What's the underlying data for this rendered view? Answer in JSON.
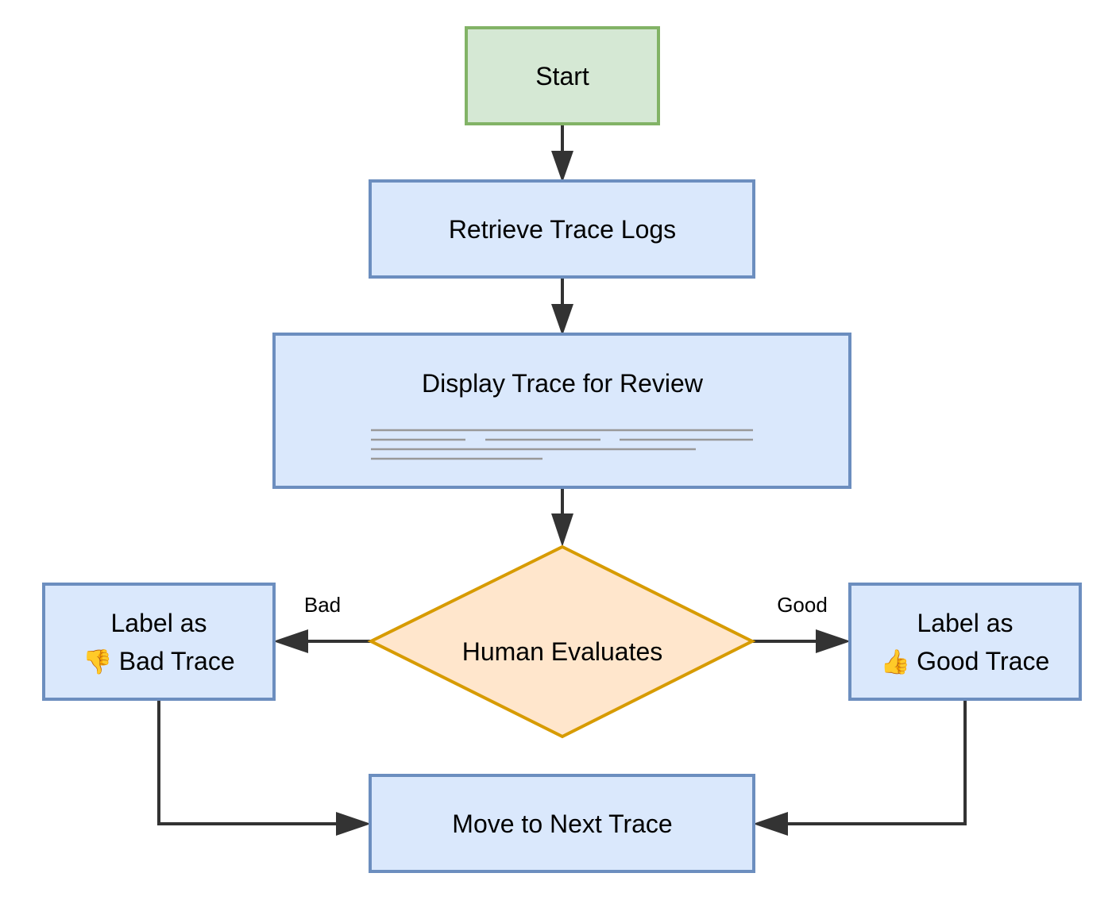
{
  "colors": {
    "process_fill": "#dae8fc",
    "process_stroke": "#6c8ebf",
    "start_fill": "#d5e8d4",
    "start_stroke": "#82b366",
    "decision_fill": "#ffe6cc",
    "decision_stroke": "#d79b00",
    "edge": "#333333",
    "placeholder_lines": "#999999"
  },
  "nodes": {
    "start": {
      "label": "Start"
    },
    "retrieve": {
      "label": "Retrieve Trace Logs"
    },
    "display": {
      "label": "Display Trace for Review"
    },
    "decision": {
      "label": "Human Evaluates"
    },
    "bad": {
      "line1": "Label as",
      "icon": "thumbs-down-icon",
      "emoji": "👎",
      "line2": "Bad Trace"
    },
    "good": {
      "line1": "Label as",
      "icon": "thumbs-up-icon",
      "emoji": "👍",
      "line2": "Good Trace"
    },
    "next": {
      "label": "Move to Next Trace"
    }
  },
  "edges": {
    "bad_label": "Bad",
    "good_label": "Good"
  }
}
